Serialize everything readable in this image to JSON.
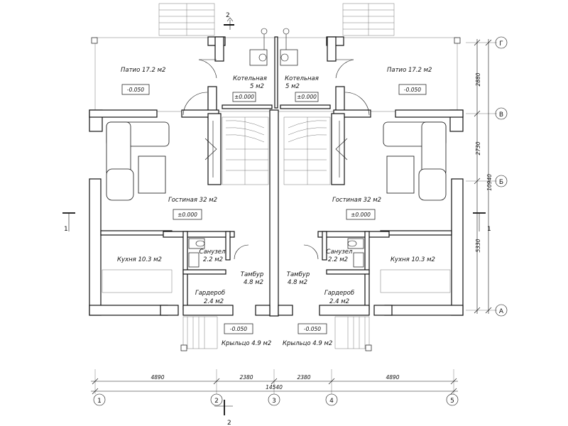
{
  "rooms": {
    "patio_left": {
      "name": "Патио",
      "area": "17.2 м2",
      "level": "-0.050"
    },
    "patio_right": {
      "name": "Патио",
      "area": "17.2 м2",
      "level": "-0.050"
    },
    "boiler_left": {
      "name": "Котельная",
      "area": "5 м2",
      "level": "±0.000"
    },
    "boiler_right": {
      "name": "Котельная",
      "area": "5 м2",
      "level": "±0.000"
    },
    "living_left": {
      "name": "Гостиная",
      "area": "32 м2",
      "level": "±0.000"
    },
    "living_right": {
      "name": "Гостиная",
      "area": "32 м2",
      "level": "±0.000"
    },
    "kitchen_left": {
      "name": "Кухня",
      "area": "10.3 м2"
    },
    "kitchen_right": {
      "name": "Кухня",
      "area": "10.3 м2"
    },
    "bath_left": {
      "name": "Санузел",
      "area": "2.2 м2"
    },
    "bath_right": {
      "name": "Санузел",
      "area": "2.2 м2"
    },
    "vestibule_left": {
      "name": "Тамбур",
      "area": "4.8 м2"
    },
    "vestibule_right": {
      "name": "Тамбур",
      "area": "4.8 м2"
    },
    "wardrobe_left": {
      "name": "Гардероб",
      "area": "2.4 м2"
    },
    "wardrobe_right": {
      "name": "Гардероб",
      "area": "2.4 м2"
    },
    "porch_left": {
      "name": "Крыльцо",
      "area": "4.9 м2",
      "level": "-0.050"
    },
    "porch_right": {
      "name": "Крыльцо",
      "area": "4.9 м2",
      "level": "-0.050"
    }
  },
  "dimensions": {
    "bottom_segments": [
      "4890",
      "2380",
      "2380",
      "4890"
    ],
    "bottom_total": "14540",
    "right_segments": [
      "2880",
      "2730",
      "5330"
    ],
    "right_total": "10940"
  },
  "axes": {
    "columns": [
      "1",
      "2",
      "3",
      "4",
      "5"
    ],
    "rows": [
      "Г",
      "В",
      "Б",
      "А"
    ]
  },
  "section_marks": {
    "top": "2",
    "bottom": "2",
    "left": "1",
    "right": "1"
  }
}
